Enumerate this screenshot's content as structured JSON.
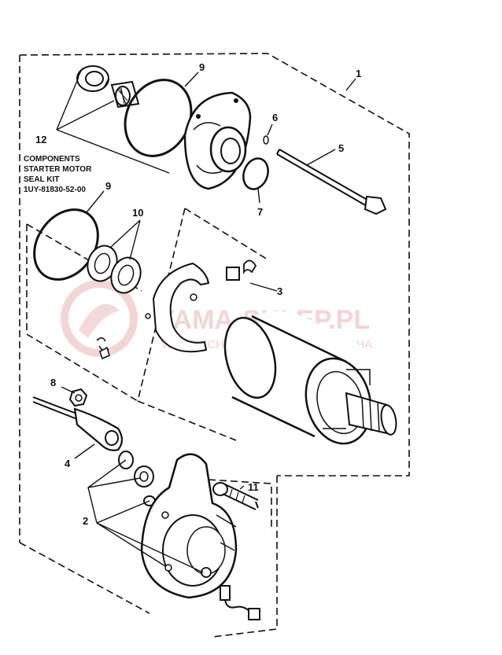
{
  "callouts": {
    "c1": "1",
    "c2": "2",
    "c3": "3",
    "c4": "4",
    "c5": "5",
    "c6": "6",
    "c7": "7",
    "c8": "8",
    "c9a": "9",
    "c9b": "9",
    "c10": "10",
    "c11": "11",
    "c12": "12"
  },
  "kit": {
    "line1": "COMPONENTS",
    "line2": "STARTER MOTOR",
    "line3": "SEAL KIT",
    "line4": "1UY-81830-52-00"
  },
  "watermark": {
    "brand": "YAMA-SKLEP.PL",
    "tagline": "WOJCIECHOWICZ | DEALER YAMAHA"
  },
  "colors": {
    "ink": "#111111",
    "watermark": "#e8b4b4"
  }
}
